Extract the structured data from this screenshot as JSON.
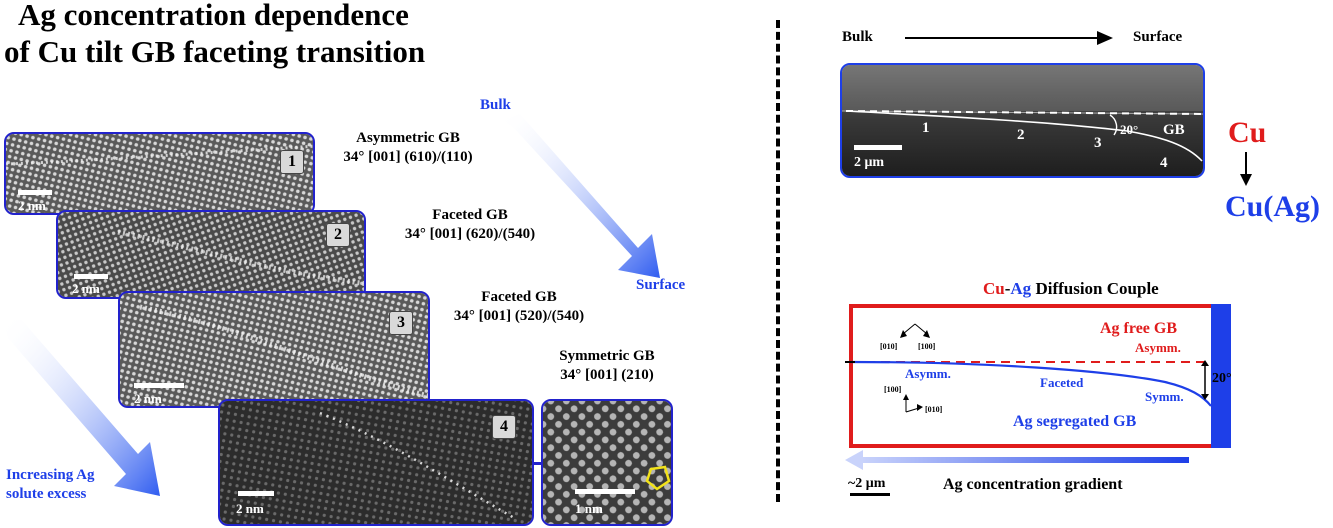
{
  "title": {
    "line1": "Ag concentration dependence",
    "line2": "of Cu tilt GB faceting transition"
  },
  "left_arrows": {
    "bulk": "Bulk",
    "surface": "Surface",
    "increasing_line1": "Increasing Ag",
    "increasing_line2": "solute excess"
  },
  "panels": [
    {
      "num": "1",
      "name": "Asymmetric GB",
      "spec": "34° [001] (610)/(110)",
      "scale": "2 nm"
    },
    {
      "num": "2",
      "name": "Faceted GB",
      "spec": "34° [001] (620)/(540)",
      "scale": "2 nm"
    },
    {
      "num": "3",
      "name": "Faceted GB",
      "spec": "34° [001] (520)/(540)",
      "scale": "2 nm"
    },
    {
      "num": "4",
      "name": "Symmetric GB",
      "spec": "34° [001] (210)",
      "scale": "2 nm"
    }
  ],
  "inset": {
    "scale": "1 nm"
  },
  "sem": {
    "bulk": "Bulk",
    "surface": "Surface",
    "angle": "20°",
    "gb": "GB",
    "points": [
      "1",
      "2",
      "3",
      "4"
    ],
    "scale": "2 μm"
  },
  "cu_labels": {
    "cu": "Cu",
    "cuag": "Cu(Ag)"
  },
  "schematic": {
    "title_cu": "Cu",
    "title_dash": "-",
    "title_ag": "Ag",
    "title_rest": " Diffusion Couple",
    "ag_free": "Ag free GB",
    "asymm_red": "Asymm.",
    "asymm_blue": "Asymm.",
    "faceted": "Faceted",
    "symm": "Symm.",
    "ag_seg": "Ag segregated GB",
    "angle": "20°",
    "axis_010_top": "[010]",
    "axis_100_top": "[100]",
    "axis_100_bot": "[100]",
    "axis_010_bot": "[010]",
    "scale": "~2 μm",
    "gradient": "Ag concentration gradient"
  },
  "colors": {
    "blue": "#1e3fe8",
    "red": "#e01c1c",
    "panel_border": "#2222cc"
  }
}
